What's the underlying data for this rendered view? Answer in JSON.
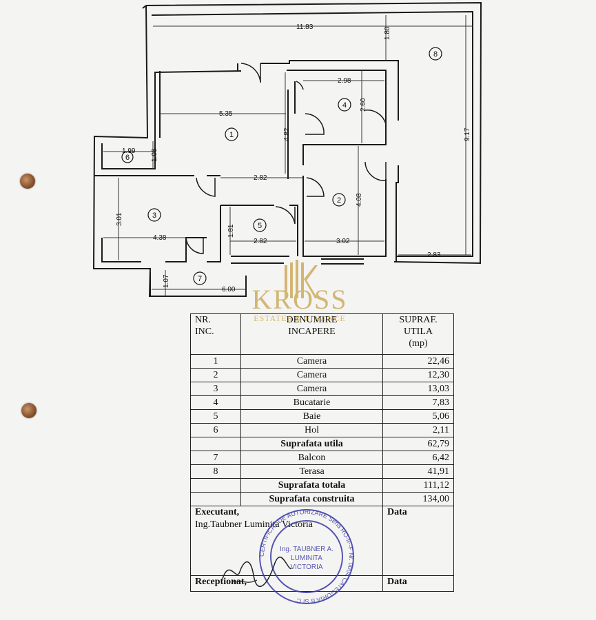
{
  "floor_plan": {
    "dimensions": [
      "11.83",
      "1.80",
      "2.98",
      "2.60",
      "5.35",
      "4.82",
      "9.17",
      "1.99",
      "1.06",
      "2.82",
      "4.08",
      "3.01",
      "1.81",
      "2.82",
      "3.02",
      "4.38",
      "2.83",
      "1.07",
      "6.00"
    ],
    "room_numbers": [
      "1",
      "2",
      "3",
      "4",
      "5",
      "6",
      "7",
      "8"
    ]
  },
  "table": {
    "headers": {
      "nr": "NR.\nINC.",
      "denumire": "DENUMIRE\nINCAPERE",
      "supraf": "SUPRAF.\nUTILA\n(mp)"
    },
    "rows": [
      {
        "nr": "1",
        "name": "Camera",
        "area": "22,46"
      },
      {
        "nr": "2",
        "name": "Camera",
        "area": "12,30"
      },
      {
        "nr": "3",
        "name": "Camera",
        "area": "13,03"
      },
      {
        "nr": "4",
        "name": "Bucatarie",
        "area": "7,83"
      },
      {
        "nr": "5",
        "name": "Baie",
        "area": "5,06"
      },
      {
        "nr": "6",
        "name": "Hol",
        "area": "2,11"
      }
    ],
    "suprafata_utila": {
      "label": "Suprafata utila",
      "value": "62,79"
    },
    "extra_rows": [
      {
        "nr": "7",
        "name": "Balcon",
        "area": "6,42"
      },
      {
        "nr": "8",
        "name": "Terasa",
        "area": "41,91"
      }
    ],
    "suprafata_totala": {
      "label": "Suprafata totala",
      "value": "111,12"
    },
    "suprafata_construita": {
      "label": "Suprafata construita",
      "value": "134,00"
    },
    "executant": {
      "label": "Executant,",
      "name": "Ing.Taubner Luminita Victoria",
      "data_label": "Data"
    },
    "receptionat": {
      "label": "Receptionat,",
      "data_label": "Data"
    }
  },
  "watermark": {
    "brand": "KROSS",
    "subtitle": "ESTATES & FINANCE"
  },
  "stamp": {
    "ring_text": "CERTIFICAT DE AUTORIZARE Seria RO-IF-F Nr. 0004 CATEGORIA B SI C",
    "center": [
      "Ing. TAUBNER A.",
      "LUMINITA",
      "VICTORIA"
    ]
  },
  "signature_text": "ing. Taubner"
}
